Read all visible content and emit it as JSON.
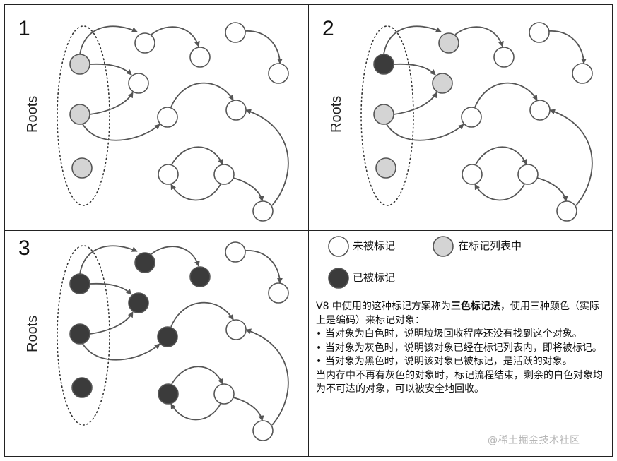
{
  "panels": [
    {
      "number": "1",
      "roots_label": "Roots",
      "fills": [
        "#d4d4d4",
        "#d4d4d4",
        "#d4d4d4",
        "#ffffff",
        "#ffffff",
        "#ffffff",
        "#ffffff",
        "#ffffff",
        "#ffffff",
        "#ffffff",
        "#ffffff",
        "#ffffff",
        "#ffffff",
        "#ffffff"
      ]
    },
    {
      "number": "2",
      "roots_label": "Roots",
      "fills": [
        "#3b3b3b",
        "#d4d4d4",
        "#d4d4d4",
        "#d4d4d4",
        "#d4d4d4",
        "#ffffff",
        "#ffffff",
        "#ffffff",
        "#ffffff",
        "#ffffff",
        "#ffffff",
        "#ffffff",
        "#ffffff",
        "#ffffff"
      ]
    },
    {
      "number": "3",
      "roots_label": "Roots",
      "fills": [
        "#3b3b3b",
        "#3b3b3b",
        "#3b3b3b",
        "#3b3b3b",
        "#3b3b3b",
        "#3b3b3b",
        "#3b3b3b",
        "#3b3b3b",
        "#ffffff",
        "#ffffff",
        "#ffffff",
        "#ffffff",
        "#ffffff",
        "#ffffff"
      ]
    }
  ],
  "legend": {
    "unmarked": "未被标记",
    "in_list": "在标记列表中",
    "marked": "已被标记",
    "colors": {
      "white": "#ffffff",
      "gray": "#d4d4d4",
      "black": "#3b3b3b"
    }
  },
  "description": {
    "intro_pre": "V8 中使用的这种标记方案称为",
    "intro_bold": "三色标记法",
    "intro_post": "，使用三种颜色（实际上是编码）来标记对象：",
    "bullets": [
      "• 当对象为白色时，说明垃圾回收程序还没有找到这个对象。",
      "• 当对象为灰色时，说明该对象已经在标记列表内，即将被标记。",
      "• 当对象为黑色时，说明该对象已被标记，是活跃的对象。"
    ],
    "outro": "当内存中不再有灰色的对象时，标记流程结束，剩余的白色对象均为不可达的对象，可以被安全地回收。"
  },
  "watermark": "@稀土掘金技术社区"
}
